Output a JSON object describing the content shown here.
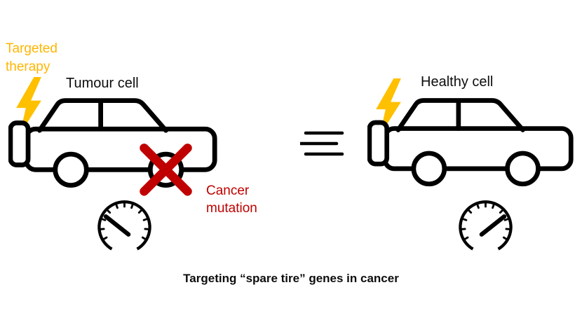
{
  "caption": "Targeting “spare tire” genes in cancer",
  "colors": {
    "accent_yellow": "#FFC000",
    "accent_red": "#C00000",
    "outline_black": "#000000"
  },
  "left_panel": {
    "therapy_label": "Targeted therapy",
    "cell_label": "Tumour cell",
    "mutation_label": "Cancer mutation",
    "speedometer_level": "low"
  },
  "right_panel": {
    "cell_label": "Healthy cell",
    "speedometer_level": "high"
  },
  "icons": {
    "lightning_bolt": "⚡",
    "cancer_x": "✕",
    "motion_lines": "≡",
    "speedometer": "gauge"
  }
}
